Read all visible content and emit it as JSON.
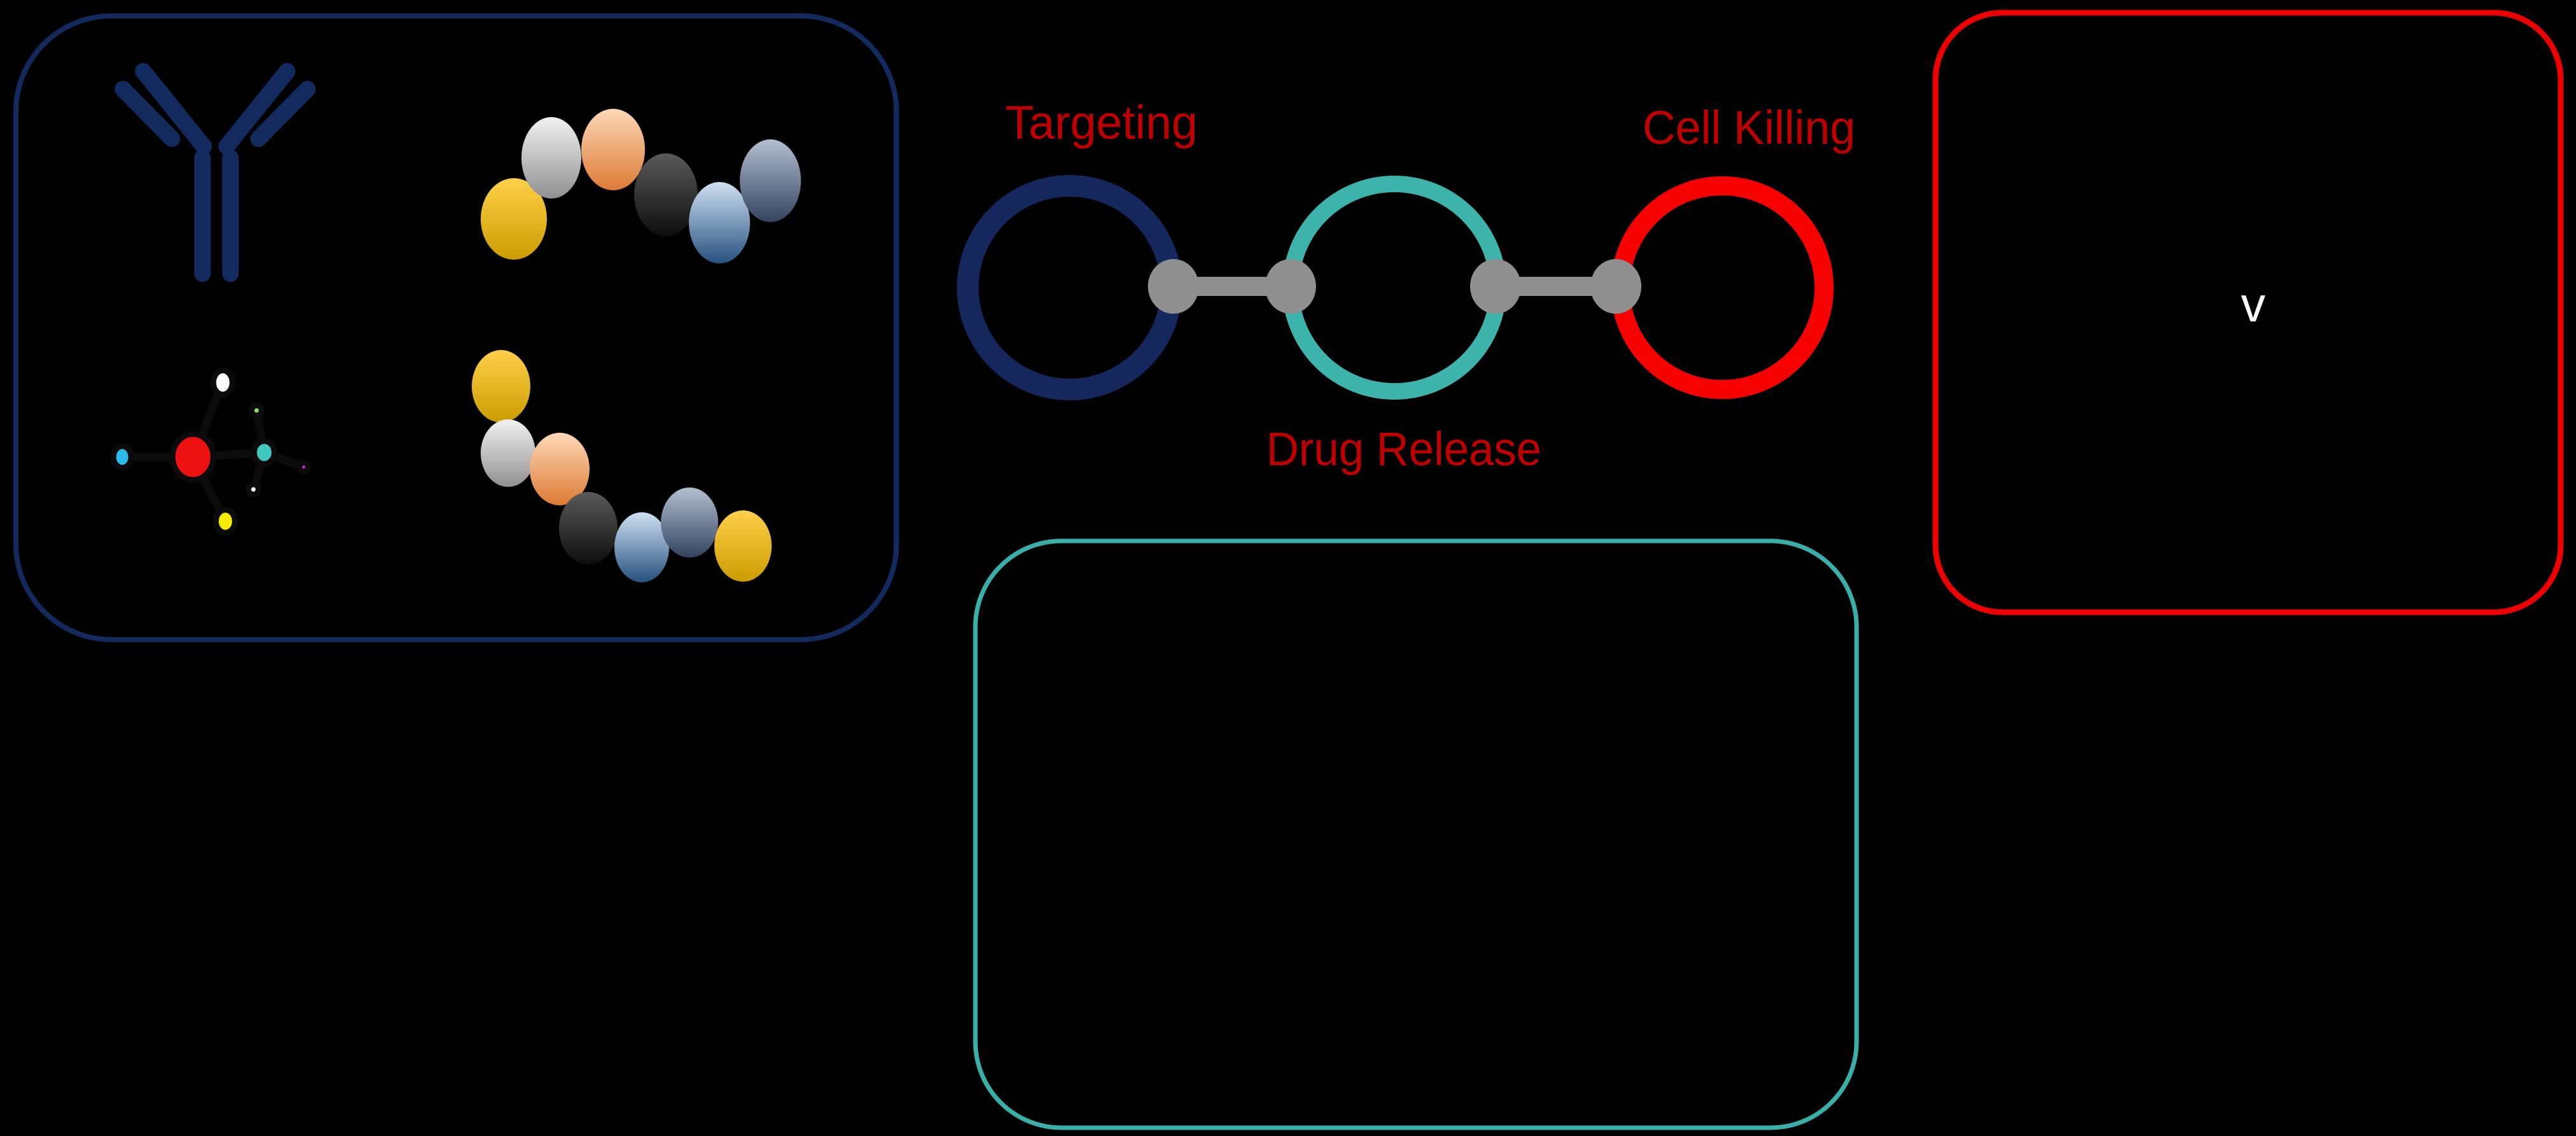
{
  "slide": {
    "background": "#000000"
  },
  "colors": {
    "navy": "#122a5e",
    "ring-navy": "#15285e",
    "teal": "#38b0a9",
    "ring-teal": "#3cb3ab",
    "red-box": "#ee0000",
    "ring-red": "#f60000",
    "label-red": "#c00000",
    "gray": "#8f8f8f",
    "white": "#ffffff"
  },
  "payload_panel": {
    "icons": [
      {
        "name": "antibody-icon"
      },
      {
        "name": "peptide-chain-top-icon"
      },
      {
        "name": "small-molecule-icon"
      },
      {
        "name": "peptide-chain-bottom-icon"
      }
    ]
  },
  "diagram": {
    "labels": {
      "targeting": "Targeting",
      "drug_release": "Drug Release",
      "cell_killing": "Cell Killing"
    }
  },
  "cell_panel": {
    "marker": "v"
  }
}
